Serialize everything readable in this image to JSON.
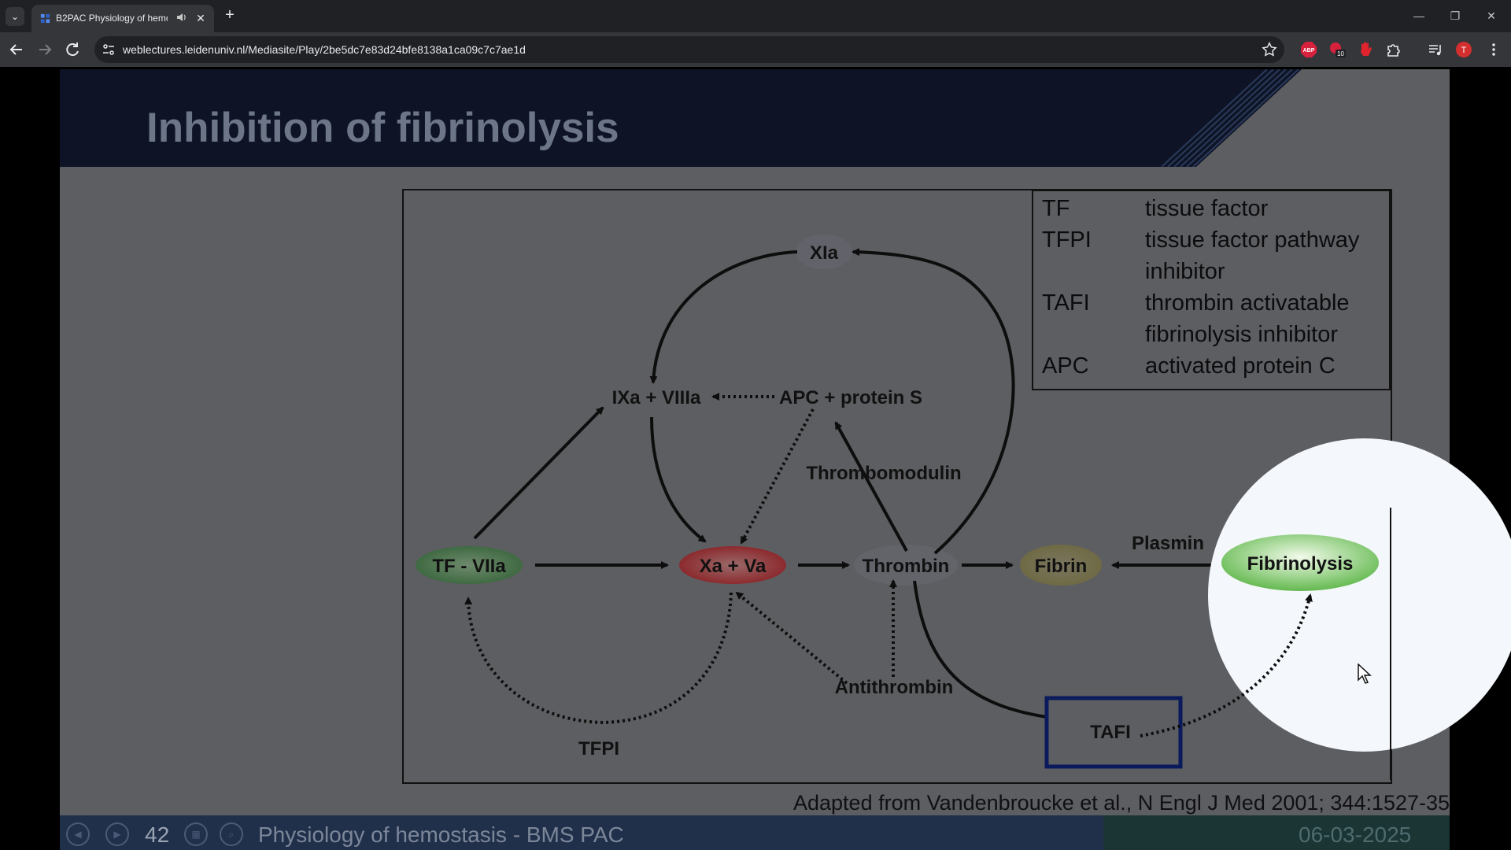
{
  "browser": {
    "tab_title": "B2PAC Physiology of hemo",
    "url": "weblectures.leidenuniv.nl/Mediasite/Play/2be5dc7e83d24bfe8138a1ca09c7c7ae1d",
    "new_tab_symbol": "+",
    "tab_close_symbol": "✕",
    "extension_badge": "10",
    "profile_initial": "T"
  },
  "slide": {
    "title": "Inhibition of fibrinolysis",
    "citation": "Adapted from Vandenbroucke et al., N Engl J Med 2001; 344:1527-35"
  },
  "legend": [
    {
      "abbr": "TF",
      "definition": [
        "tissue factor"
      ]
    },
    {
      "abbr": "TFPI",
      "definition": [
        "tissue factor pathway",
        "inhibitor"
      ]
    },
    {
      "abbr": "TAFI",
      "definition": [
        "thrombin activatable",
        "fibrinolysis inhibitor"
      ]
    },
    {
      "abbr": "APC",
      "definition": [
        "activated protein C"
      ]
    }
  ],
  "diagram": {
    "nodes": {
      "xia": "XIa",
      "ixa_viiia": "IXa + VIIIa",
      "apc_protein_s": "APC + protein S",
      "tf_viia": "TF - VIIa",
      "xa_va": "Xa + Va",
      "thrombin": "Thrombin",
      "fibrin": "Fibrin",
      "fibrinolysis": "Fibrinolysis",
      "tafi": "TAFI"
    },
    "labels": {
      "thrombomodulin": "Thrombomodulin",
      "plasmin": "Plasmin",
      "antithrombin": "Antithrombin",
      "tfpi": "TFPI"
    }
  },
  "player": {
    "slide_number": "42",
    "lecture_title": "Physiology of hemostasis - BMS PAC",
    "date": "06-03-2025"
  },
  "colors": {
    "tab_bar": "#202124",
    "toolbar": "#35363a",
    "slide_bg": "#5d5e61",
    "header_bg": "#0e1426",
    "tafi_box": "#0b1a5c",
    "spotlight": "#f4f7fb"
  }
}
